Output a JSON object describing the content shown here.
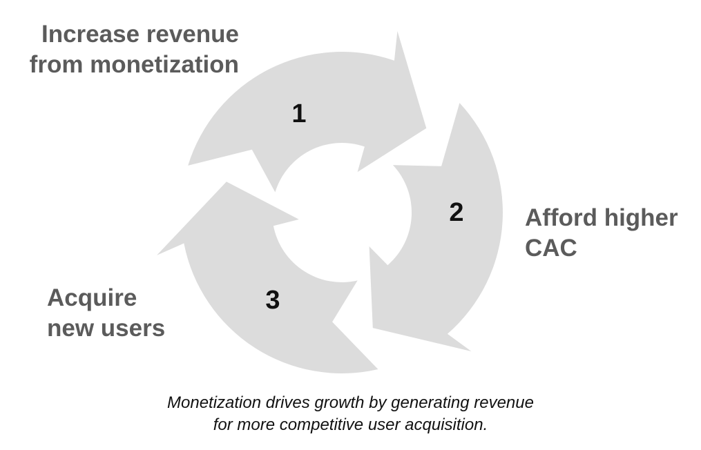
{
  "diagram": {
    "colors": {
      "segment_fill": "#dcdcdc",
      "label_text": "#5b5b5b",
      "number_text": "#111111",
      "caption_text": "#111111",
      "background": "#ffffff"
    },
    "steps": [
      {
        "number": "1",
        "label_lines": [
          "Increase revenue",
          "from monetization"
        ]
      },
      {
        "number": "2",
        "label_lines": [
          "Afford higher",
          "CAC"
        ]
      },
      {
        "number": "3",
        "label_lines": [
          "Acquire",
          "new users"
        ]
      }
    ],
    "caption_lines": [
      "Monetization drives growth by generating revenue",
      "for more competitive user acquisition."
    ]
  }
}
